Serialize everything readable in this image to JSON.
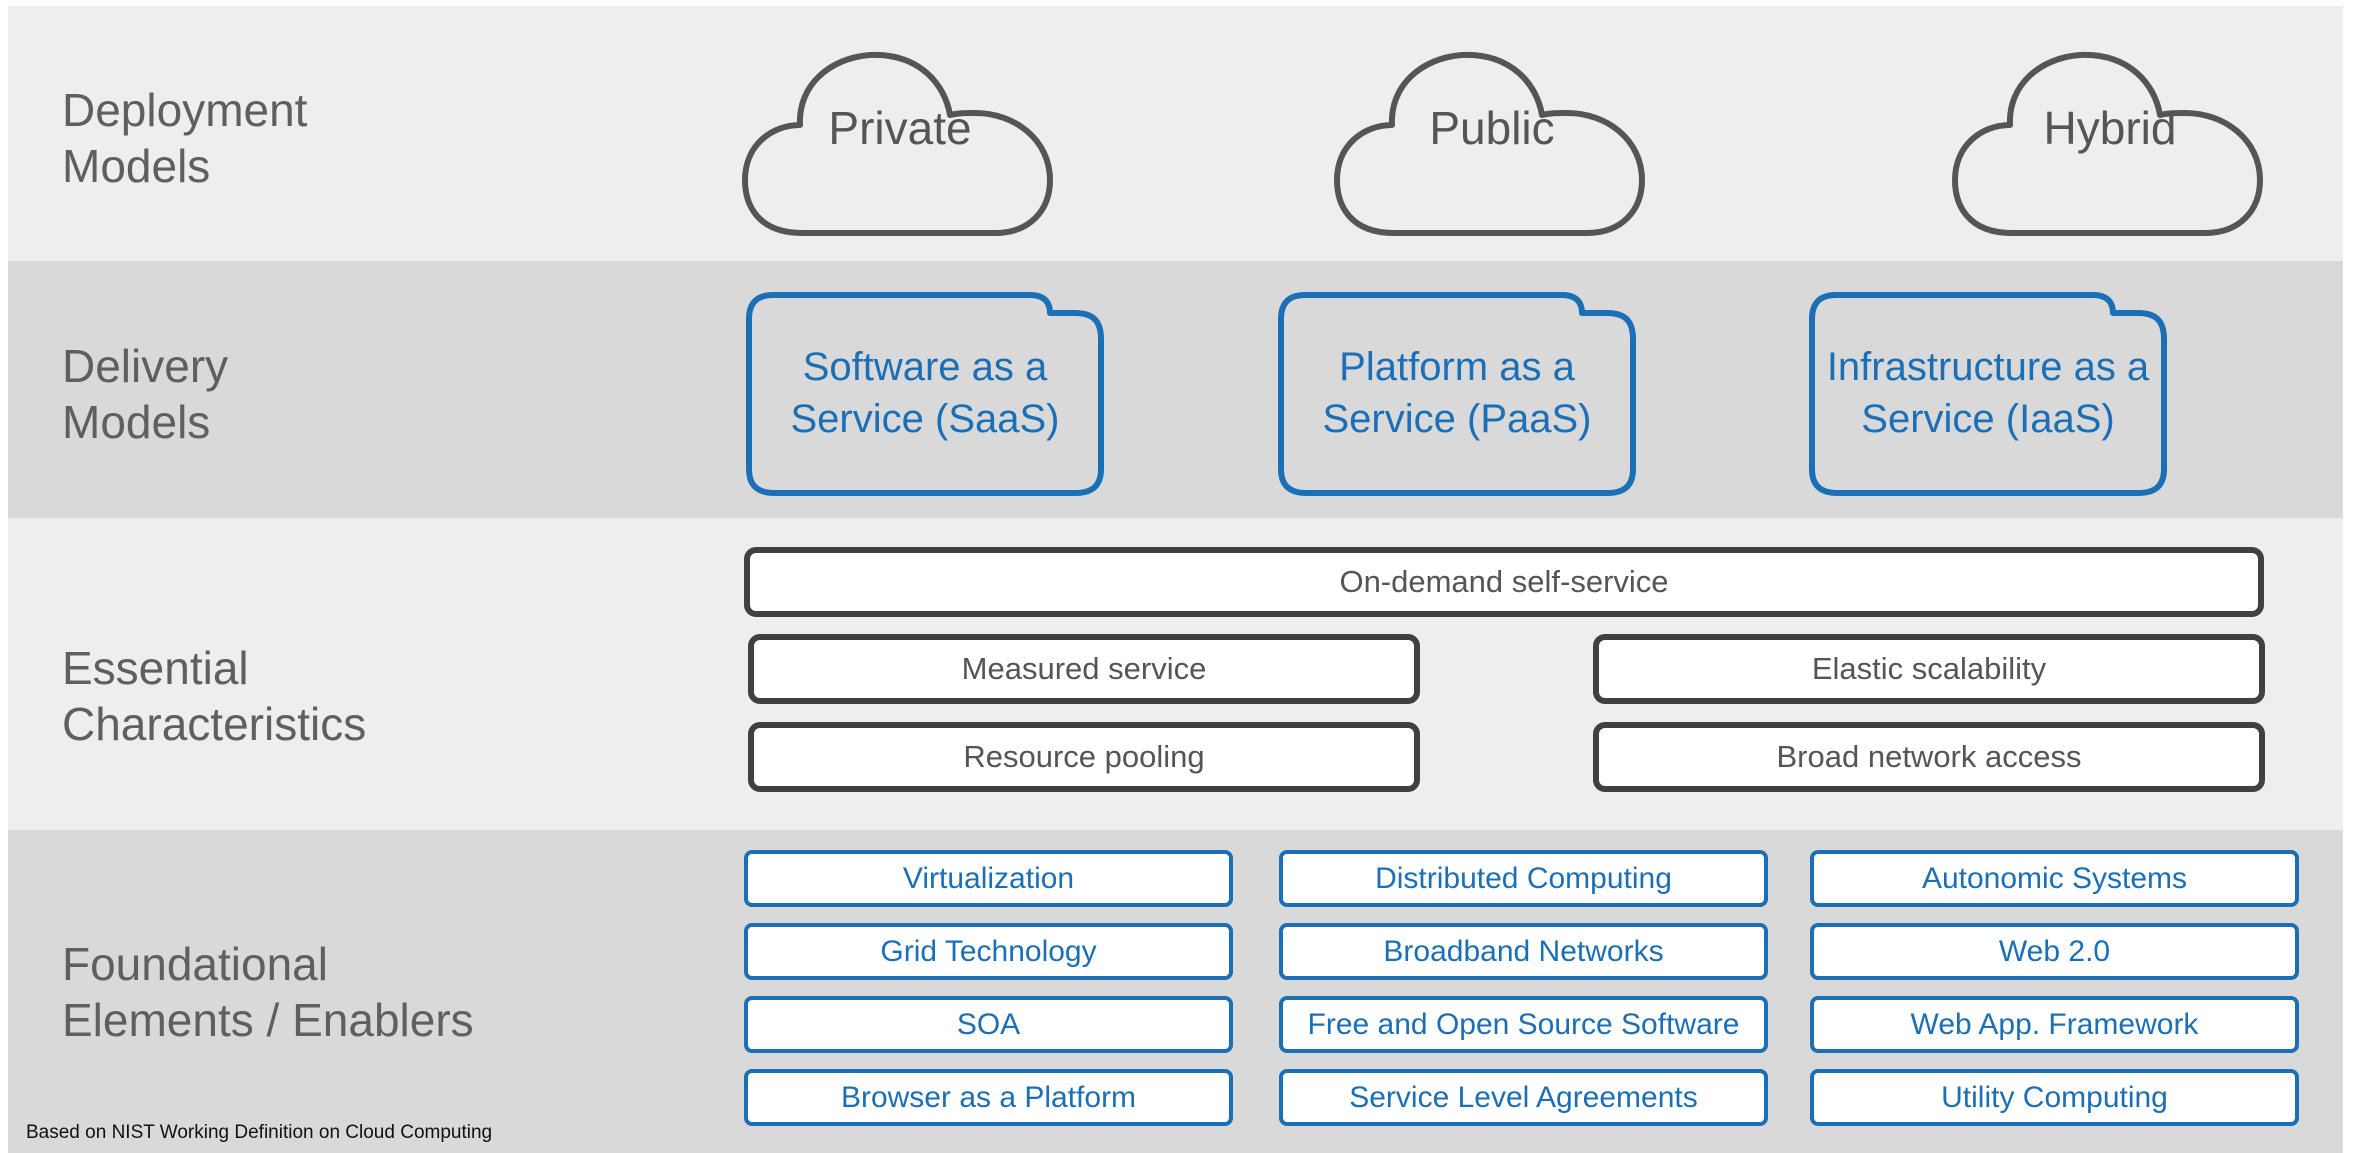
{
  "rows": {
    "deployment": {
      "line1": "Deployment",
      "line2": "Models"
    },
    "delivery": {
      "line1": "Delivery",
      "line2": "Models"
    },
    "essential": {
      "line1": "Essential",
      "line2": "Characteristics"
    },
    "foundational": {
      "line1": "Foundational",
      "line2": "Elements / Enablers"
    }
  },
  "deployment_models": [
    "Private",
    "Public",
    "Hybrid"
  ],
  "delivery_models": [
    {
      "line1": "Software as a",
      "line2": "Service (SaaS)"
    },
    {
      "line1": "Platform as a",
      "line2": "Service (PaaS)"
    },
    {
      "line1": "Infrastructure as a",
      "line2": "Service (IaaS)"
    }
  ],
  "essential_characteristics": {
    "top": "On-demand self-service",
    "left": [
      "Measured service",
      "Resource pooling"
    ],
    "right": [
      "Elastic scalability",
      "Broad network access"
    ]
  },
  "enablers": {
    "col1": [
      "Virtualization",
      "Grid Technology",
      "SOA",
      "Browser as a Platform"
    ],
    "col2": [
      "Distributed Computing",
      "Broadband Networks",
      "Free and Open Source Software",
      "Service Level Agreements"
    ],
    "col3": [
      "Autonomic Systems",
      "Web 2.0",
      "Web App. Framework",
      "Utility Computing"
    ]
  },
  "footnote": "Based on NIST Working Definition on Cloud Computing",
  "colors": {
    "accent": "#1a6fb7",
    "outline": "#404040",
    "text": "#555555"
  }
}
